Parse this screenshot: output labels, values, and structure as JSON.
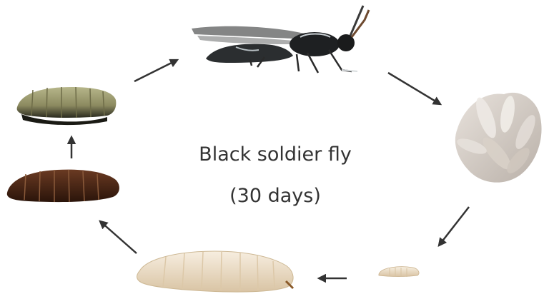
{
  "diagram": {
    "title": "Black soldier fly",
    "subtitle": "(30 days)"
  },
  "stages": [
    {
      "name": "adult-fly-image"
    },
    {
      "name": "egg-cluster-image"
    },
    {
      "name": "young-larva-image"
    },
    {
      "name": "mature-larva-image"
    },
    {
      "name": "prepupa-image"
    },
    {
      "name": "pupa-image"
    }
  ],
  "colors": {
    "arrow": "#333333",
    "text": "#333333",
    "background": "#ffffff"
  }
}
